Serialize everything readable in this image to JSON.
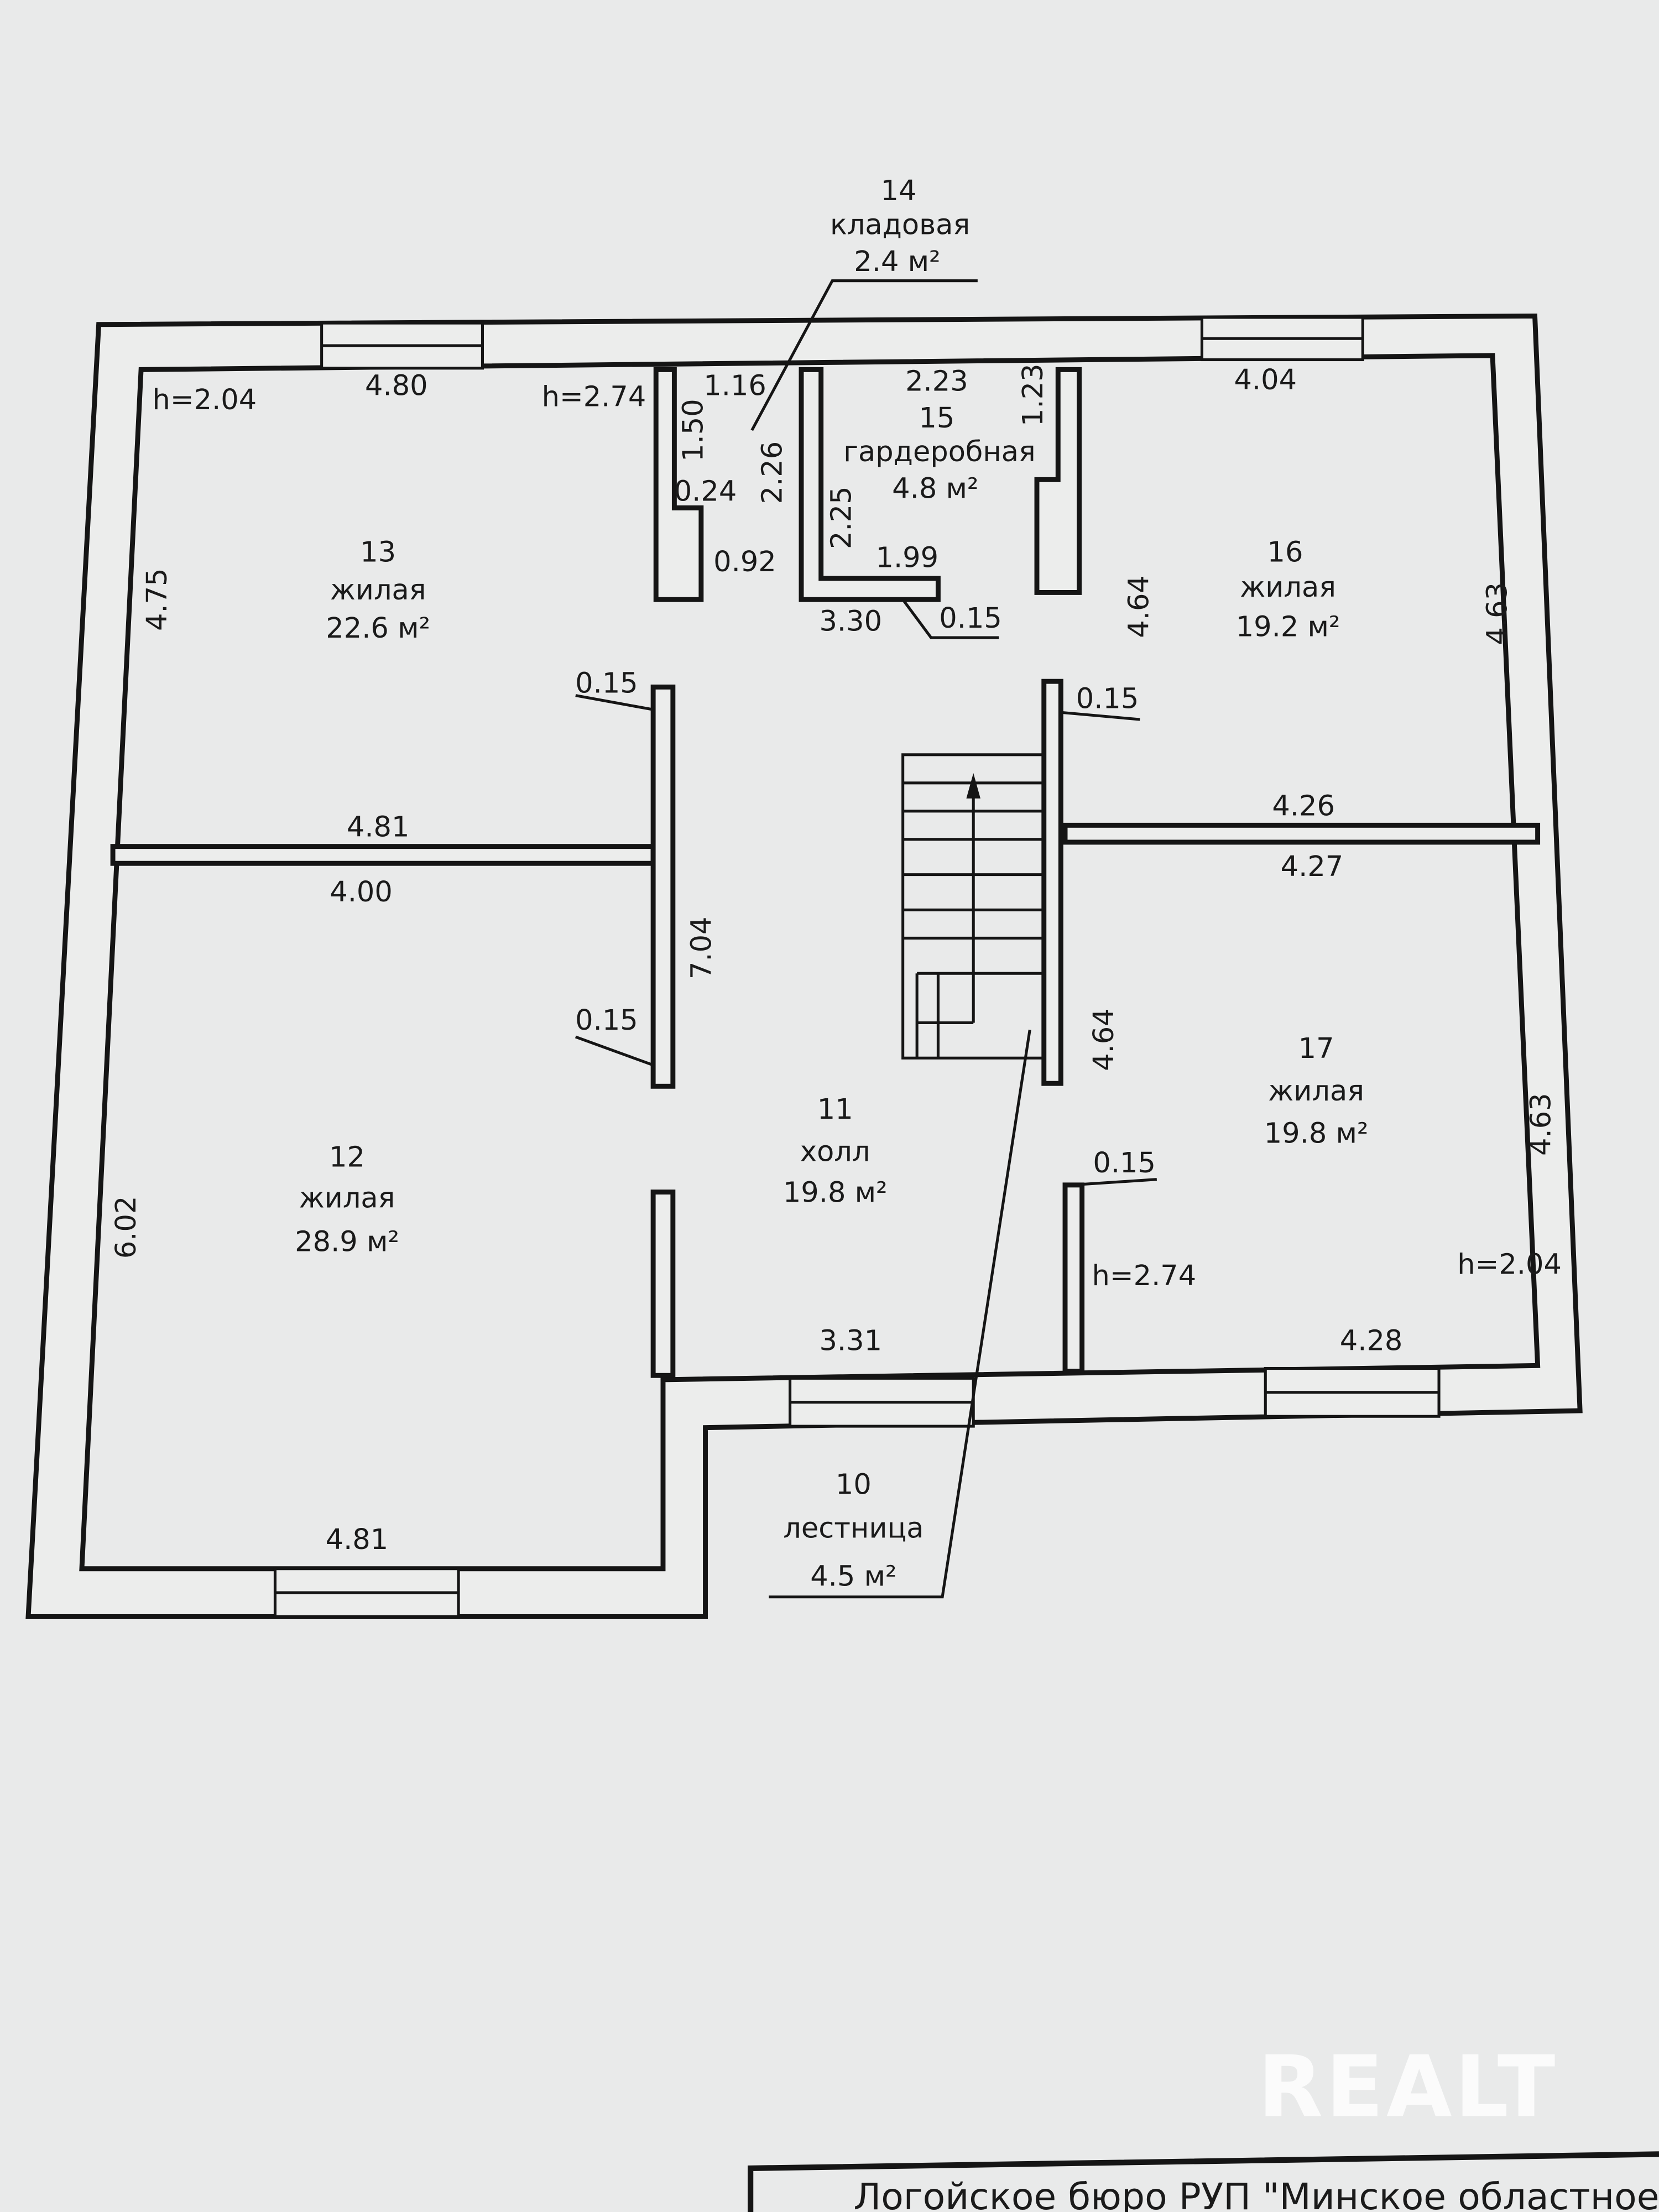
{
  "rooms": {
    "r14": {
      "num": "14",
      "name": "кладовая",
      "area": "2.4 м²"
    },
    "r15": {
      "num": "15",
      "name": "гардеробная",
      "area": "4.8 м²"
    },
    "r16": {
      "num": "16",
      "name": "жилая",
      "area": "19.2 м²"
    },
    "r13": {
      "num": "13",
      "name": "жилая",
      "area": "22.6 м²"
    },
    "r17": {
      "num": "17",
      "name": "жилая",
      "area": "19.8 м²"
    },
    "r11": {
      "num": "11",
      "name": "холл",
      "area": "19.8 м²"
    },
    "r12": {
      "num": "12",
      "name": "жилая",
      "area": "28.9 м²"
    },
    "r10": {
      "num": "10",
      "name": "лестница",
      "area": "4.5 м²"
    }
  },
  "dims": {
    "h_tl": "h=2.04",
    "d480": "4.80",
    "h_tm": "h=2.74",
    "d116": "1.16",
    "d150": "1.50",
    "d226": "2.26",
    "d024": "0.24",
    "d225": "2.25",
    "d092": "0.92",
    "d199": "1.99",
    "d330": "3.30",
    "d015a": "0.15",
    "d223": "2.23",
    "d123": "1.23",
    "d404": "4.04",
    "d464a": "4.64",
    "d463a": "4.63",
    "d475": "4.75",
    "d015b": "0.15",
    "d015c": "0.15",
    "d481a": "4.81",
    "d400": "4.00",
    "d704": "7.04",
    "d426": "4.26",
    "d427": "4.27",
    "d015d": "0.15",
    "d464b": "4.64",
    "d015e": "0.15",
    "d463b": "4.63",
    "d602": "6.02",
    "h_br": "h=2.74",
    "h_rr": "h=2.04",
    "d331": "3.31",
    "d428": "4.28",
    "d481b": "4.81"
  },
  "footer": {
    "text": "Логойское бюро РУП \"Минское областное"
  },
  "watermark": {
    "text": "REALT"
  }
}
